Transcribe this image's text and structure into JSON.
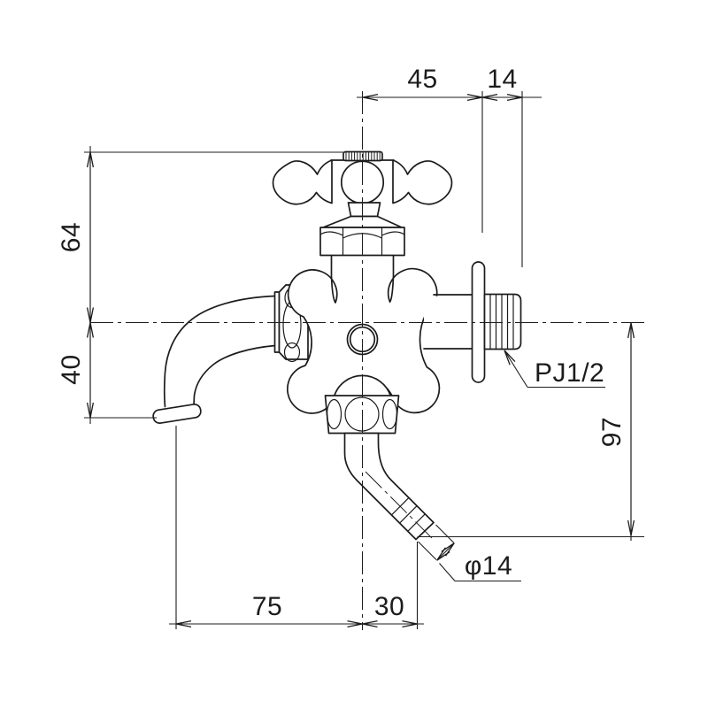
{
  "meta": {
    "title": "Faucet dimensional drawing"
  },
  "dims": {
    "top_width": "45",
    "top_thread_len": "14",
    "left_upper_height": "64",
    "left_lower_height": "40",
    "right_height": "97",
    "bottom_left_offset": "75",
    "bottom_right_offset": "30",
    "thread_label": "PJ1/2",
    "hose_diameter": "φ14"
  }
}
